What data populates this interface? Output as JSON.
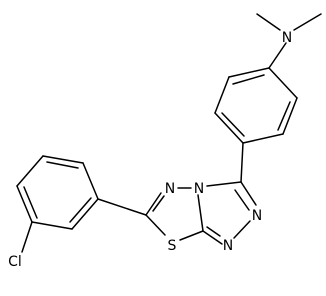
{
  "molecule": {
    "atoms": {
      "n_amine": "N",
      "n_thiadiazole": "N",
      "n_bridge": "N",
      "n_triazole_1": "N",
      "n_triazole_2": "N",
      "s": "S",
      "cl": "Cl"
    }
  },
  "colors": {
    "line": "#000000",
    "background": "#ffffff"
  }
}
